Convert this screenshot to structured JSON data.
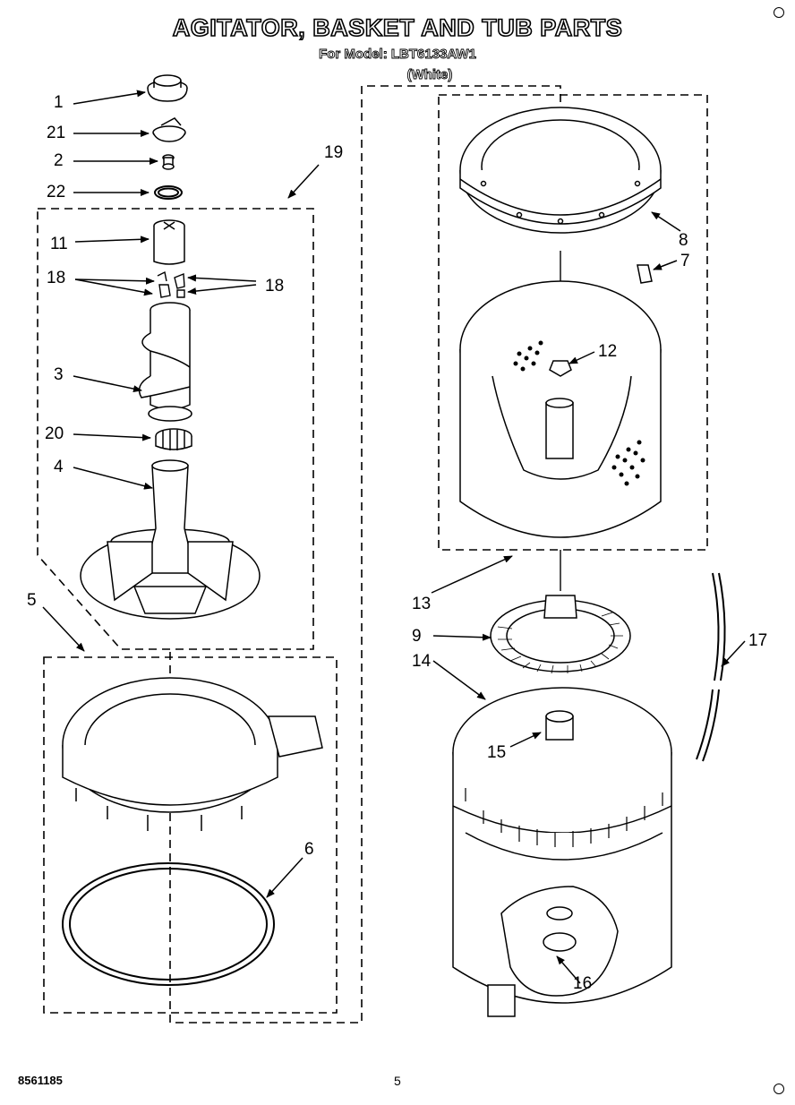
{
  "title": "AGITATOR, BASKET AND TUB PARTS",
  "model_line": "For Model: LBT6133AW1",
  "color_line": "(White)",
  "footer_code": "8561185",
  "page_number": "5",
  "callouts": {
    "c1": "1",
    "c21": "21",
    "c2": "2",
    "c22": "22",
    "c19": "19",
    "c11": "11",
    "c18a": "18",
    "c18b": "18",
    "c3": "3",
    "c20": "20",
    "c4": "4",
    "c5": "5",
    "c6": "6",
    "c8": "8",
    "c7": "7",
    "c12": "12",
    "c13": "13",
    "c9": "9",
    "c14": "14",
    "c17": "17",
    "c15": "15",
    "c16": "16"
  }
}
